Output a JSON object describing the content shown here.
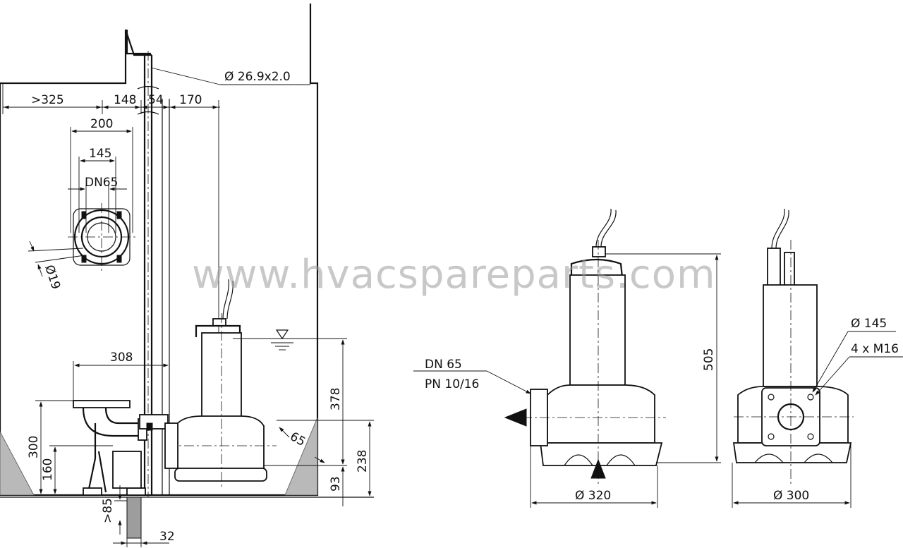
{
  "watermark": "www.hvacspareparts.com",
  "side_view": {
    "pipe_spec": "Ø 26.9x2.0",
    "dim_clearance": ">325",
    "dim_148": "148",
    "dim_54": "54",
    "dim_170": "170",
    "dim_200": "200",
    "dim_145": "145",
    "flange_label": "DN65",
    "bolt_dia": "Ø19",
    "dim_308": "308",
    "dim_378": "378",
    "dim_65": "65",
    "dim_300": "300",
    "dim_160": "160",
    "dim_238": "238",
    "dim_93": "93",
    "dim_85": ">85",
    "dim_32": "32"
  },
  "front_view": {
    "flange_label": "DN 65",
    "pressure_label": "PN 10/16",
    "height": "505",
    "diameter": "Ø 320"
  },
  "end_view": {
    "flange_dia": "Ø 145",
    "bolts": "4 x M16",
    "diameter": "Ø 300"
  }
}
